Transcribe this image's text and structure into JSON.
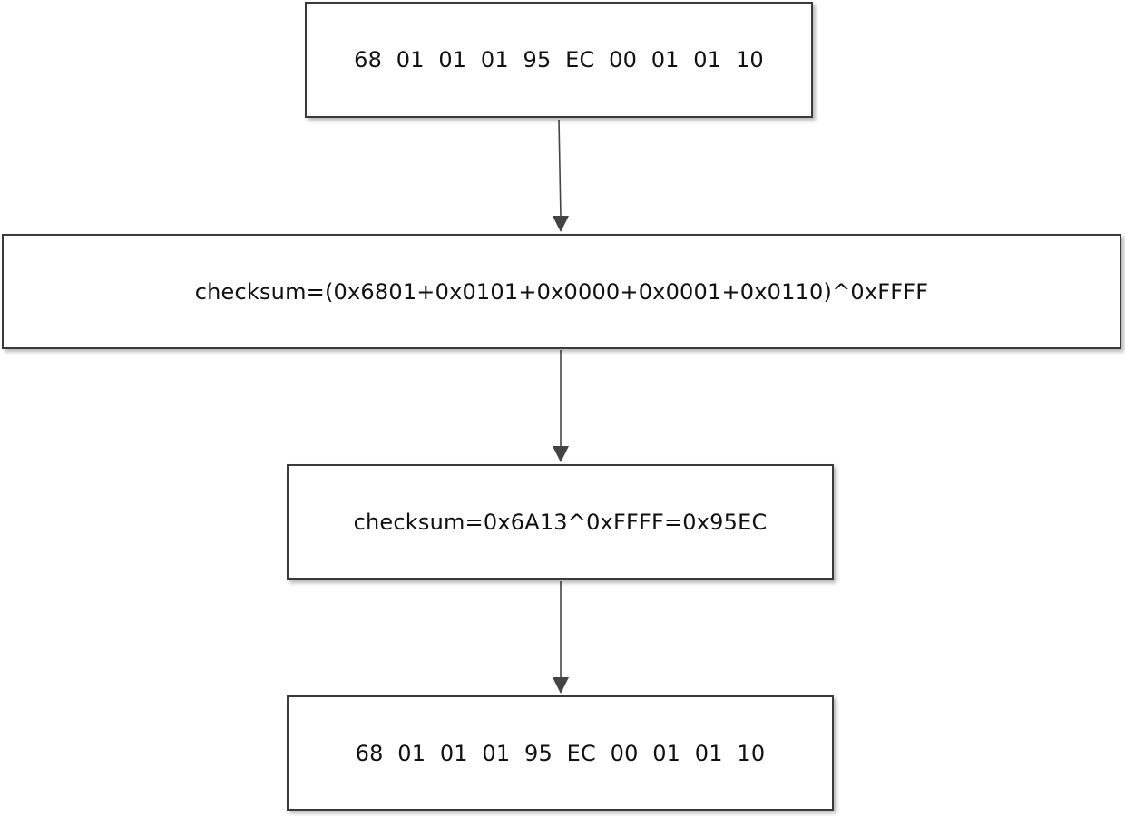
{
  "diagram": {
    "nodes": [
      {
        "id": "input-frame",
        "text": "68  01  01  01  95  EC  00  01  01  10"
      },
      {
        "id": "checksum-formula",
        "text": "checksum=(0x6801+0x0101+0x0000+0x0001+0x0110)^0xFFFF"
      },
      {
        "id": "checksum-result",
        "text": "checksum=0x6A13^0xFFFF=0x95EC"
      },
      {
        "id": "output-frame",
        "text": "68  01  01  01  95  EC  00  01  01  10"
      }
    ],
    "edges": [
      {
        "from": "input-frame",
        "to": "checksum-formula"
      },
      {
        "from": "checksum-formula",
        "to": "checksum-result"
      },
      {
        "from": "checksum-result",
        "to": "output-frame"
      }
    ],
    "colors": {
      "background": "#ffffff",
      "border": "#3a3a3a",
      "arrow": "#444444",
      "text": "#111111"
    }
  }
}
